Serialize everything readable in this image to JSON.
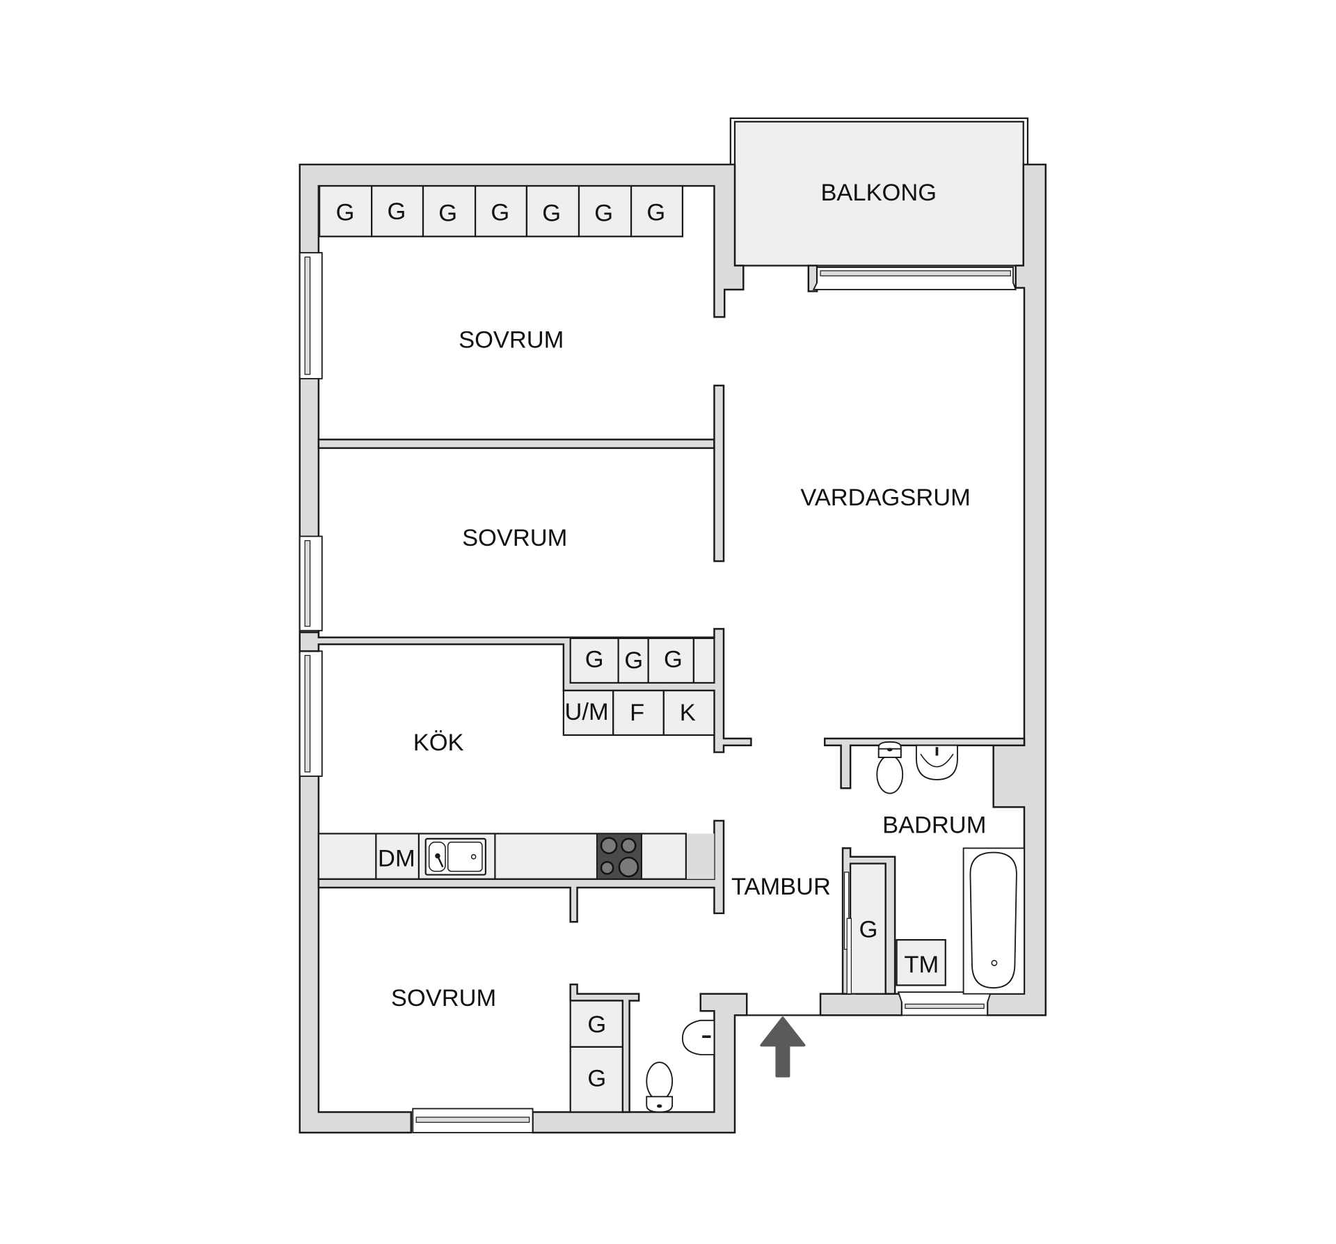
{
  "plan": {
    "rooms": [
      {
        "id": "balkong",
        "label": "BALKONG"
      },
      {
        "id": "sovrum-1",
        "label": "SOVRUM"
      },
      {
        "id": "sovrum-2",
        "label": "SOVRUM"
      },
      {
        "id": "vardagsrum",
        "label": "VARDAGSRUM"
      },
      {
        "id": "kok",
        "label": "KÖK"
      },
      {
        "id": "badrum",
        "label": "BADRUM"
      },
      {
        "id": "tambur",
        "label": "TAMBUR"
      },
      {
        "id": "sovrum-3",
        "label": "SOVRUM"
      }
    ],
    "wardrobes_top": [
      "G",
      "G",
      "G",
      "G",
      "G",
      "G",
      "G"
    ],
    "kitchen_upper": [
      "G",
      "G",
      "G"
    ],
    "kitchen_lower": [
      "U/M",
      "F",
      "K"
    ],
    "kitchen_counter": {
      "dishwasher": "DM"
    },
    "tambur_wardrobe": "G",
    "badrum_appliance": "TM",
    "sovrum3_wardrobes": [
      "G",
      "G"
    ],
    "entrance_arrow": "entrance-arrow",
    "colors": {
      "wall": "#dcdcdc",
      "cabinet": "#efefef",
      "stroke": "#1a1a1a",
      "stove": "#4a4a4a",
      "arrow": "#5a5a5a"
    }
  }
}
